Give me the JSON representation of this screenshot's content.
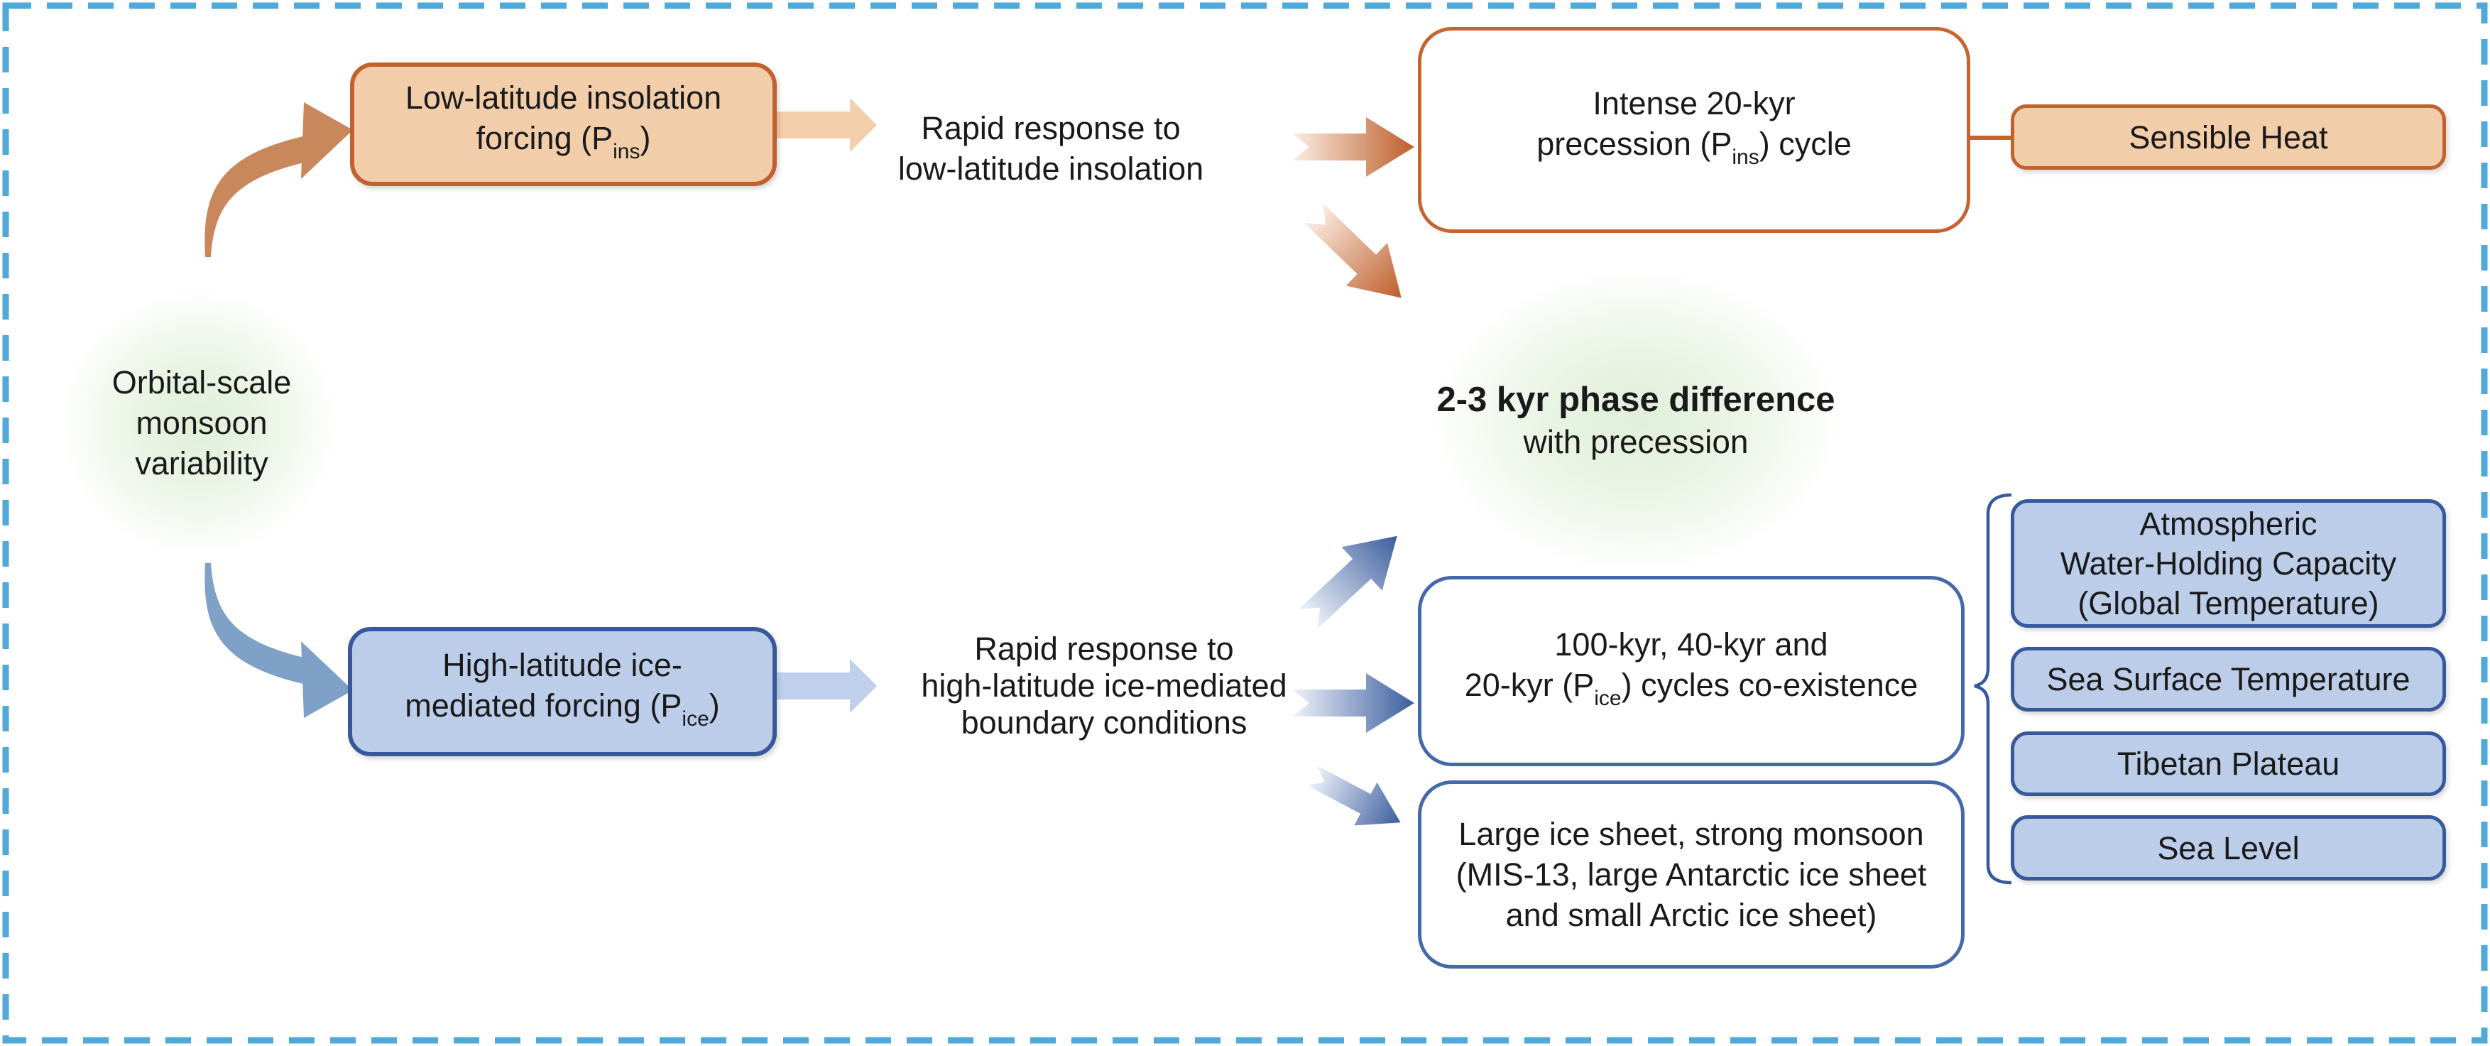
{
  "meta": {
    "diagram_title": "Orbital-scale monsoon variability flow diagram"
  },
  "colors": {
    "frame_dash": "#4FA9DA",
    "orange_fill": "#F2CDAA",
    "orange_border": "#C2612E",
    "orange_white_box_border": "#C4652F",
    "orange_arrow_light": "#F3CFAC",
    "orange_arrow_dark": "#BE5E2B",
    "orange_swoosh": "#C8885C",
    "blue_fill": "#BCCDE9",
    "blue_border": "#37599C",
    "blue_white_box_border": "#4568A8",
    "blue_arrow_light": "#BED0EB",
    "blue_arrow_dark": "#3C5E9F",
    "blue_swoosh": "#7FA0C7",
    "glow_green": "#E3F0DC",
    "text": "#1A1A1A"
  },
  "nodes": {
    "source": {
      "lines": [
        "Orbital-scale",
        "monsoon",
        "variability"
      ]
    },
    "ins_forcing": {
      "line1": "Low-latitude insolation",
      "line2_pre": "forcing (P",
      "line2_sub": "ins",
      "line2_post": ")"
    },
    "ins_response": {
      "lines": [
        "Rapid response to",
        "low-latitude insolation"
      ]
    },
    "ins_cycle": {
      "line1": "Intense 20-kyr",
      "line2_pre": "precession (P",
      "line2_sub": "ins",
      "line2_post": ") cycle"
    },
    "sensible_heat": {
      "label": "Sensible Heat"
    },
    "phase": {
      "line1": "2-3 kyr phase difference",
      "line2": "with precession"
    },
    "ice_forcing": {
      "line1": "High-latitude ice-",
      "line2_pre": "mediated forcing (P",
      "line2_sub": "ice",
      "line2_post": ")"
    },
    "ice_response": {
      "lines": [
        "Rapid response to",
        "high-latitude ice-mediated",
        "boundary conditions"
      ]
    },
    "ice_cycles": {
      "line1": "100-kyr, 40-kyr and",
      "line2_pre": "20-kyr (P",
      "line2_sub": "ice",
      "line2_post": ") cycles co-existence"
    },
    "ice_sheet": {
      "lines": [
        "Large ice sheet, strong monsoon",
        "(MIS-13, large Antarctic ice sheet",
        "and small Arctic ice sheet)"
      ]
    },
    "outcomes": [
      {
        "lines": [
          "Atmospheric",
          "Water-Holding Capacity",
          "(Global Temperature)"
        ]
      },
      {
        "lines": [
          "Sea Surface Temperature"
        ]
      },
      {
        "lines": [
          "Tibetan Plateau"
        ]
      },
      {
        "lines": [
          "Sea Level"
        ]
      }
    ]
  }
}
